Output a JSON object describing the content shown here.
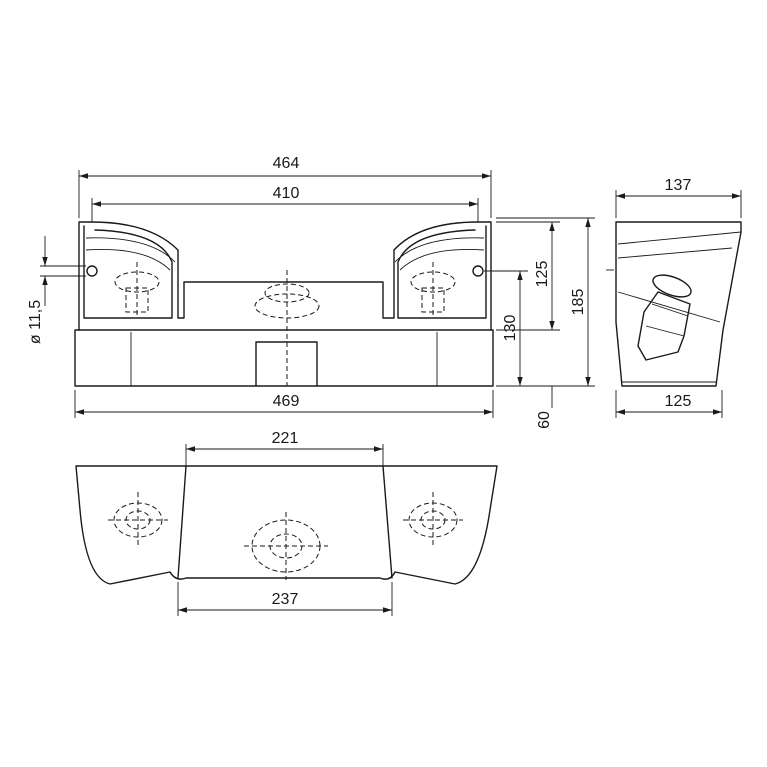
{
  "dimensions": {
    "front_top_width": "464",
    "front_inner_width": "410",
    "front_base_width": "469",
    "hole_diameter": "ø 11,5",
    "height_130": "130",
    "height_125": "125",
    "height_185": "185",
    "height_60": "60",
    "side_top_width": "137",
    "side_base_width": "125",
    "plan_top_width": "221",
    "plan_bottom_width": "237"
  }
}
